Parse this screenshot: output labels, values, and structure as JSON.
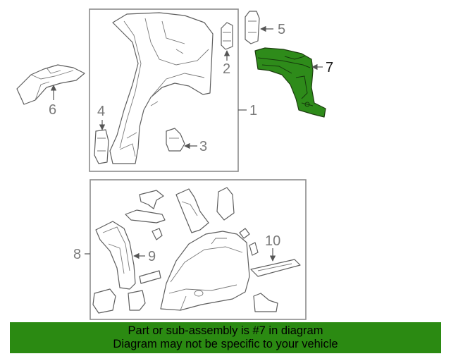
{
  "callouts": {
    "c1": "1",
    "c2": "2",
    "c3": "3",
    "c4": "4",
    "c5": "5",
    "c6": "6",
    "c7": "7",
    "c8": "8",
    "c9": "9",
    "c10": "10"
  },
  "highlighted_part": "7",
  "colors": {
    "highlight": "#2e8b1a",
    "banner": "#2b8a12"
  },
  "banner": {
    "line1": "Part or sub-assembly is #7 in diagram",
    "line2": "Diagram may not be specific to your vehicle"
  }
}
